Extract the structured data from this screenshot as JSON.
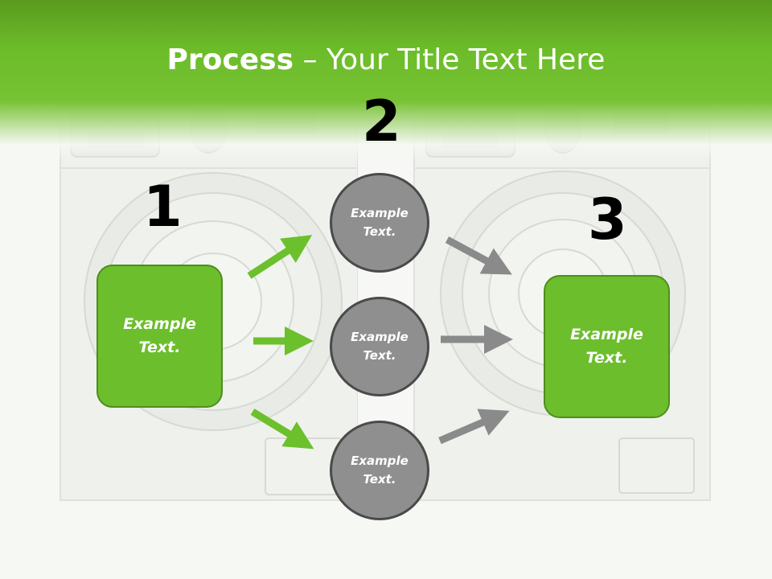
{
  "title": {
    "bold": "Process",
    "rest": " – Your Title Text Here"
  },
  "steps": [
    {
      "number": "1"
    },
    {
      "number": "2"
    },
    {
      "number": "3"
    }
  ],
  "boxes": {
    "left": "Example\nText.",
    "right": "Example\nText."
  },
  "circles": [
    {
      "label": "Example\nText."
    },
    {
      "label": "Example\nText."
    },
    {
      "label": "Example\nText."
    }
  ],
  "colors": {
    "header_green": "#76c232",
    "box_green": "#6cbe2d",
    "box_border": "#4e8e1c",
    "arrow_green": "#6cc02c",
    "arrow_gray": "#8a8a8a",
    "circle_fill": "#8f8f8f",
    "circle_border": "#4a4a4a"
  },
  "background": {
    "subject": "washing-machine-image"
  }
}
